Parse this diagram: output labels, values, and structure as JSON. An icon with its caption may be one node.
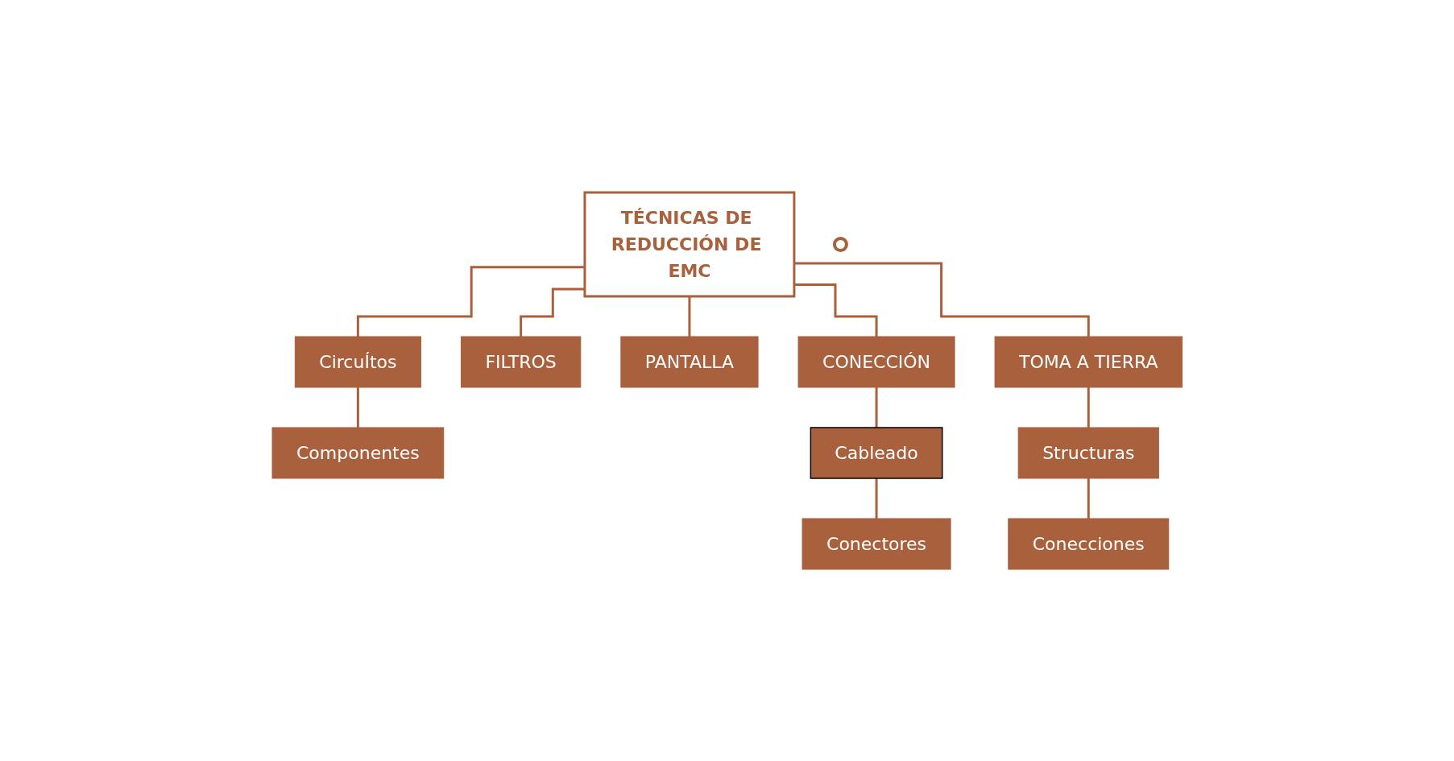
{
  "diagram": {
    "nodes": [
      {
        "text": [
          "TÉCNICAS DE REDUCCIÓN DE EMC"
        ]
      },
      {
        "text": [
          "CircuÍtos"
        ]
      },
      {
        "text": [
          "Componentes"
        ]
      },
      {
        "text": [
          "FILTROS"
        ]
      },
      {
        "text": [
          "PANTALLA"
        ]
      },
      {
        "text": [
          "CONECCIÓN"
        ]
      },
      {
        "text": [
          "Cableado"
        ]
      },
      {
        "text": [
          "Conectores"
        ]
      },
      {
        "text": [
          "TOMA A TIERRA"
        ]
      },
      {
        "text": [
          "Structuras"
        ]
      },
      {
        "text": [
          "Conecciones"
        ]
      },
      {
        "text": [],
        "shape": "circle"
      }
    ],
    "edges": [
      {
        "from": 0,
        "to": 1,
        "arrow": "none"
      },
      {
        "from": 0,
        "to": 3,
        "arrow": "none"
      },
      {
        "from": 0,
        "to": 4,
        "arrow": "none"
      },
      {
        "from": 0,
        "to": 5,
        "arrow": "none"
      },
      {
        "from": 0,
        "to": 8,
        "arrow": "none"
      },
      {
        "from": 1,
        "to": 2,
        "arrow": "none"
      },
      {
        "from": 5,
        "to": 6,
        "arrow": "none"
      },
      {
        "from": 6,
        "to": 7,
        "arrow": "none"
      },
      {
        "from": 8,
        "to": 9,
        "arrow": "none"
      },
      {
        "from": 9,
        "to": 10,
        "arrow": "none"
      }
    ]
  }
}
